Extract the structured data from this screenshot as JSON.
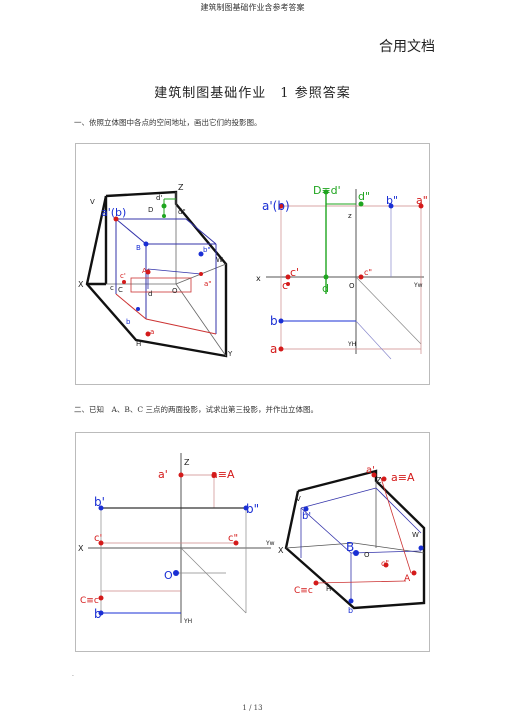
{
  "header": {
    "title": "建筑制图基础作业含参考答案"
  },
  "doc_tag": "合用文档",
  "main_title": "建筑制图基础作业　1 参照答案",
  "q1": {
    "text": "一、依照立体图中各点的空间地址，画出它们的投影图。"
  },
  "q2": {
    "text": "二、已知　A、B、C 三点的两面投影，试求出第三投影，并作出立体图。"
  },
  "fig1_labels": {
    "z": "Z",
    "x": "X",
    "y": "Y",
    "v": "V",
    "w": "W",
    "h": "H",
    "d_prime": "d'",
    "d_dprime": "d\"",
    "D": "D",
    "a_b": "a'(b)",
    "b_dprime": "b\"",
    "B": "B",
    "A": "A",
    "c_prime": "c'",
    "C": "C",
    "c": "c",
    "O": "O",
    "d": "d",
    "a_dprime": "a\"",
    "b": "b",
    "a": "a"
  },
  "fig1_right_labels": {
    "D_eq_d": "D≡d'",
    "d_dprime": "d\"",
    "a_b": "a'(b)",
    "b_dprime": "b\"",
    "a_dprime": "a\"",
    "z": "z",
    "x": "x",
    "c": "c'",
    "c2": "c",
    "c_dprime": "c\"",
    "d": "d",
    "O": "O",
    "yw": "Yw",
    "b": "b",
    "a": "a",
    "yh": "YH"
  },
  "fig2_left_labels": {
    "z": "Z",
    "a_prime": "a'",
    "a_eq_A": "a≡A",
    "b_prime": "b'",
    "b_dprime": "b\"",
    "x": "X",
    "c_prime": "c'",
    "c_dprime": "c\"",
    "yw": "Yw",
    "O": "O",
    "c_eq_c": "C≡c",
    "b": "b",
    "yh": "YH"
  },
  "fig2_right_labels": {
    "z": "Z",
    "a_prime": "a'",
    "a_eq_A": "a≡A",
    "v": "V",
    "b_prime": "b'",
    "w": "W",
    "x": "X",
    "B": "B",
    "O": "O",
    "c_dprime": "c\"",
    "A": "A",
    "H": "H",
    "c_eq_c": "C≡c",
    "b": "b"
  },
  "colors": {
    "blue": "#1a2fd4",
    "red": "#d41a1a",
    "green": "#1fa51f",
    "axis": "#555555"
  },
  "footer": {
    "dot": ".",
    "page": "1 / 13"
  }
}
